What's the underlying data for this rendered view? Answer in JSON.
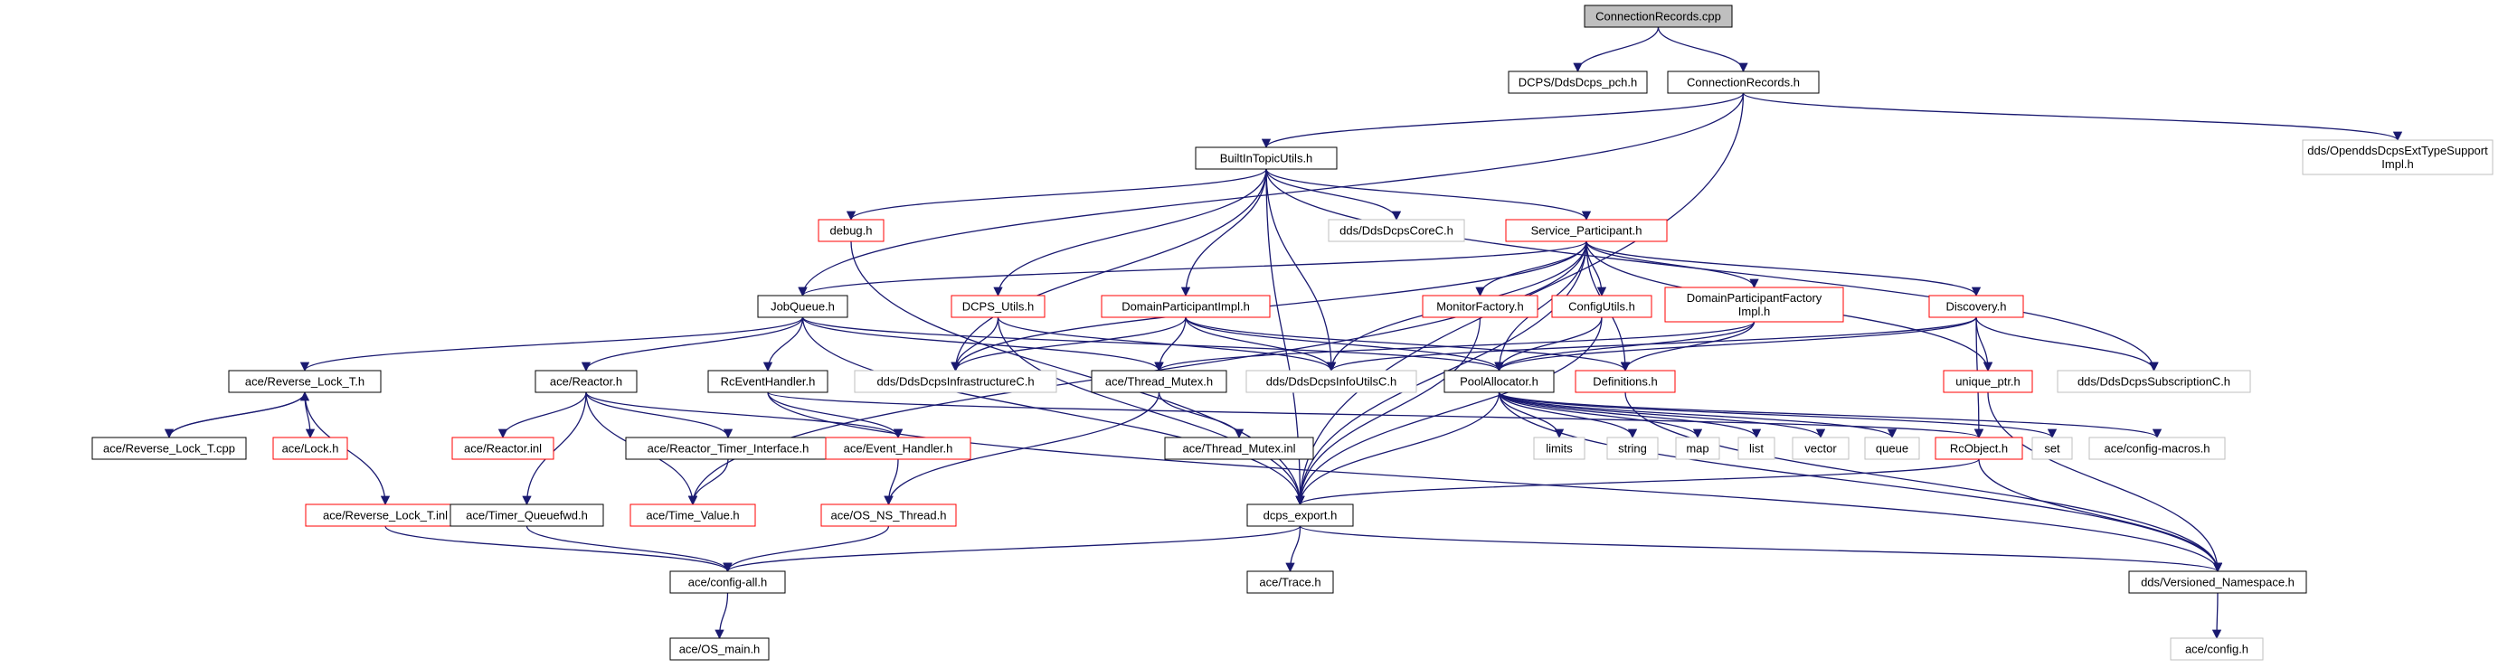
{
  "title": "ConnectionRecords.cpp",
  "colors": {
    "root_fill": "#bfbfbf",
    "edge": "#191970",
    "link_border": "#000000",
    "missing_border": "#ff0000",
    "external_border": "#bfbfbf",
    "external_text": "#7f7f7f"
  },
  "nodes": [
    {
      "id": "connectionrecords_cpp",
      "label": "ConnectionRecords.cpp",
      "kind": "root"
    },
    {
      "id": "dcps_ddsdcps_pch",
      "label": "DCPS/DdsDcps_pch.h",
      "kind": "link"
    },
    {
      "id": "connectionrecords_h",
      "label": "ConnectionRecords.h",
      "kind": "link"
    },
    {
      "id": "opendds_exttype",
      "label": [
        "dds/OpenddsDcpsExtTypeSupport",
        "Impl.h"
      ],
      "kind": "external"
    },
    {
      "id": "builtintopicutils",
      "label": "BuiltInTopicUtils.h",
      "kind": "link"
    },
    {
      "id": "debug_h",
      "label": "debug.h",
      "kind": "missing"
    },
    {
      "id": "ddsdcpscorec",
      "label": "dds/DdsDcpsCoreC.h",
      "kind": "external"
    },
    {
      "id": "service_participant",
      "label": "Service_Participant.h",
      "kind": "missing"
    },
    {
      "id": "jobqueue",
      "label": "JobQueue.h",
      "kind": "link"
    },
    {
      "id": "dcps_utils",
      "label": "DCPS_Utils.h",
      "kind": "missing"
    },
    {
      "id": "domainparticipantimpl",
      "label": "DomainParticipantImpl.h",
      "kind": "missing"
    },
    {
      "id": "monitorfactory",
      "label": "MonitorFactory.h",
      "kind": "missing"
    },
    {
      "id": "configutils",
      "label": "ConfigUtils.h",
      "kind": "missing"
    },
    {
      "id": "domainparticipantfactory",
      "label": [
        "DomainParticipantFactory",
        "Impl.h"
      ],
      "kind": "missing"
    },
    {
      "id": "discovery",
      "label": "Discovery.h",
      "kind": "missing"
    },
    {
      "id": "reverse_lock_t_h",
      "label": "ace/Reverse_Lock_T.h",
      "kind": "link"
    },
    {
      "id": "ace_reactor",
      "label": "ace/Reactor.h",
      "kind": "link"
    },
    {
      "id": "rceventhandler",
      "label": "RcEventHandler.h",
      "kind": "link"
    },
    {
      "id": "ddsdcpsinfrastructurec",
      "label": "dds/DdsDcpsInfrastructureC.h",
      "kind": "external"
    },
    {
      "id": "ace_thread_mutex",
      "label": "ace/Thread_Mutex.h",
      "kind": "link"
    },
    {
      "id": "ddsdcpsinfoutilsc",
      "label": "dds/DdsDcpsInfoUtilsC.h",
      "kind": "external"
    },
    {
      "id": "poolallocator",
      "label": "PoolAllocator.h",
      "kind": "link"
    },
    {
      "id": "definitions",
      "label": "Definitions.h",
      "kind": "missing"
    },
    {
      "id": "unique_ptr",
      "label": "unique_ptr.h",
      "kind": "missing"
    },
    {
      "id": "ddsdcpssubscriptionc",
      "label": "dds/DdsDcpsSubscriptionC.h",
      "kind": "external"
    },
    {
      "id": "reverse_lock_t_cpp",
      "label": "ace/Reverse_Lock_T.cpp",
      "kind": "link"
    },
    {
      "id": "ace_lock",
      "label": "ace/Lock.h",
      "kind": "missing"
    },
    {
      "id": "reverse_lock_t_inl",
      "label": "ace/Reverse_Lock_T.inl",
      "kind": "missing"
    },
    {
      "id": "ace_reactor_inl",
      "label": "ace/Reactor.inl",
      "kind": "missing"
    },
    {
      "id": "reactor_timer_interface",
      "label": "ace/Reactor_Timer_Interface.h",
      "kind": "link"
    },
    {
      "id": "event_handler",
      "label": "ace/Event_Handler.h",
      "kind": "missing"
    },
    {
      "id": "thread_mutex_inl",
      "label": "ace/Thread_Mutex.inl",
      "kind": "link"
    },
    {
      "id": "limits",
      "label": "limits",
      "kind": "external"
    },
    {
      "id": "string",
      "label": "string",
      "kind": "external"
    },
    {
      "id": "map",
      "label": "map",
      "kind": "external"
    },
    {
      "id": "list",
      "label": "list",
      "kind": "external"
    },
    {
      "id": "vector",
      "label": "vector",
      "kind": "external"
    },
    {
      "id": "queue",
      "label": "queue",
      "kind": "external"
    },
    {
      "id": "rcobject",
      "label": "RcObject.h",
      "kind": "missing"
    },
    {
      "id": "set",
      "label": "set",
      "kind": "external"
    },
    {
      "id": "config_macros",
      "label": "ace/config-macros.h",
      "kind": "external"
    },
    {
      "id": "reverse_lock_t_inl_target",
      "label": "",
      "kind": "none"
    },
    {
      "id": "timer_queuefwd",
      "label": "ace/Timer_Queuefwd.h",
      "kind": "link"
    },
    {
      "id": "time_value",
      "label": "ace/Time_Value.h",
      "kind": "missing"
    },
    {
      "id": "os_ns_thread",
      "label": "ace/OS_NS_Thread.h",
      "kind": "missing"
    },
    {
      "id": "dcps_export",
      "label": "dcps_export.h",
      "kind": "link"
    },
    {
      "id": "ace_trace",
      "label": "ace/Trace.h",
      "kind": "link"
    },
    {
      "id": "config_all",
      "label": "ace/config-all.h",
      "kind": "link"
    },
    {
      "id": "versioned_namespace",
      "label": "dds/Versioned_Namespace.h",
      "kind": "link"
    },
    {
      "id": "os_main",
      "label": "ace/OS_main.h",
      "kind": "link"
    },
    {
      "id": "ace_config",
      "label": "ace/config.h",
      "kind": "external"
    }
  ]
}
